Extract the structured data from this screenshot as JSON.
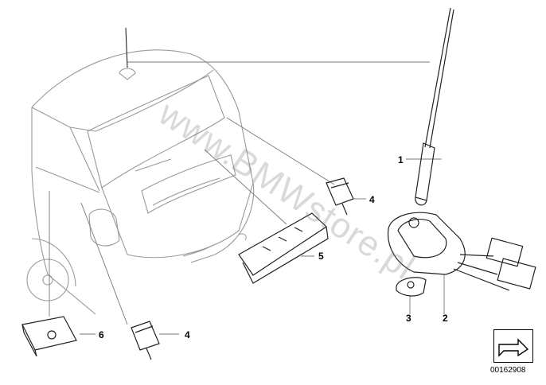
{
  "watermark": "www.BMWstore.pl",
  "diagram_code": "00162908",
  "callouts": {
    "c1": "1",
    "c2": "2",
    "c3": "3",
    "c4a": "4",
    "c4b": "4",
    "c5": "5",
    "c6": "6"
  },
  "colors": {
    "stroke": "#222222",
    "light": "#9a9a9a"
  },
  "icons": {
    "logo": "arrow-symbol-icon"
  }
}
